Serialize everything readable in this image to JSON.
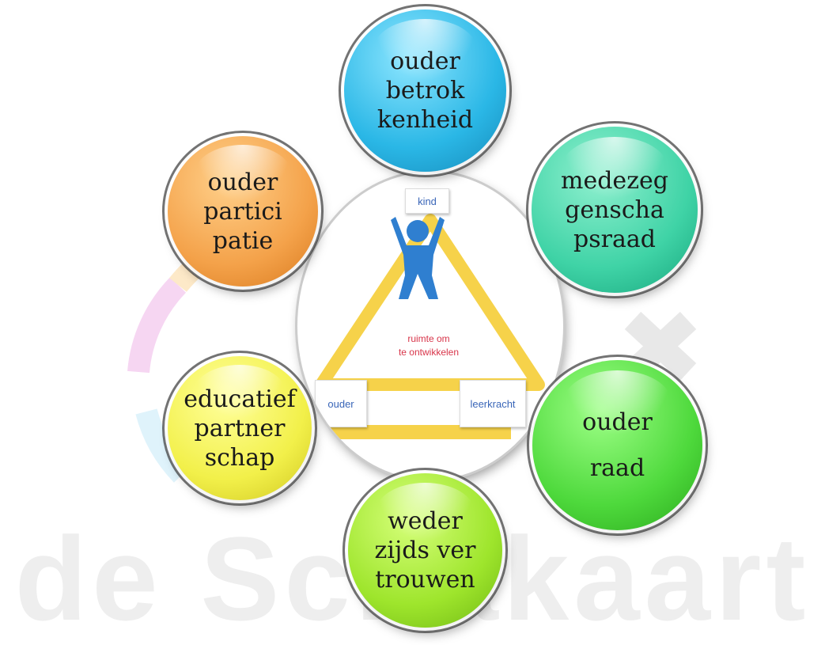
{
  "watermark": "de Schakaart",
  "center": {
    "labels": {
      "top": "kind",
      "bottom_left": "ouder",
      "bottom_right": "leerkracht"
    },
    "caption": [
      "ruimte om",
      "te ontwikkelen"
    ]
  },
  "bubbles": [
    {
      "id": "top",
      "lines": [
        "ouder",
        "betrok",
        "kenheid"
      ],
      "color": "#2ab7e6"
    },
    {
      "id": "top-right",
      "lines": [
        "medezeg",
        "genscha",
        "psraad"
      ],
      "color": "#3fd3a6"
    },
    {
      "id": "right",
      "lines": [
        "ouder",
        "raad"
      ],
      "color": "#4ed93c"
    },
    {
      "id": "bottom",
      "lines": [
        "weder",
        "zijds ver",
        "trouwen"
      ],
      "color": "#9ee52c"
    },
    {
      "id": "left",
      "lines": [
        "educatief",
        "partner",
        "schap"
      ],
      "color": "#f2f04a"
    },
    {
      "id": "top-left",
      "lines": [
        "ouder",
        "partici",
        "patie"
      ],
      "color": "#f4a24a"
    }
  ]
}
